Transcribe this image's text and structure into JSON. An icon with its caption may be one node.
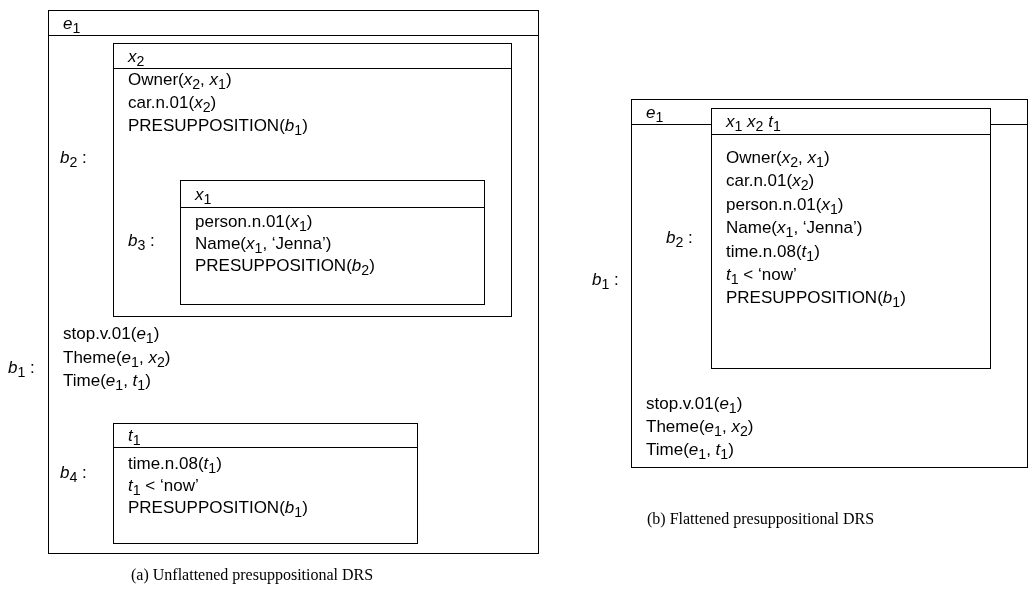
{
  "diagram": {
    "nodes": [
      {
        "text": [
          "*e*$_{1}$",
          "stop.v.01(*e*$_{1}$)",
          "Theme(*e*$_{1}$, *x*$_{2}$)",
          "Time(*e*$_{1}$, *t*$_{1}$)"
        ],
        "beside": [
          "*b*$_{1}$ :"
        ]
      },
      {
        "text": [
          "*x*$_{2}$",
          "Owner(*x*$_{2}$, *x*$_{1}$)",
          "car.n.01(*x*$_{2}$)",
          "PRESUPPOSITION(*b*$_{1}$)"
        ],
        "beside": [
          "*b*$_{2}$ :"
        ],
        "in": 0
      },
      {
        "text": [
          "*x*$_{1}$",
          "person.n.01(*x*$_{1}$)",
          "Name(*x*$_{1}$, ‘Jenna’)",
          "PRESUPPOSITION(*b*$_{2}$)"
        ],
        "beside": [
          "*b*$_{3}$ :"
        ],
        "in": 1
      },
      {
        "text": [
          "*t*$_{1}$",
          "time.n.08(*t*$_{1}$)",
          "*t*$_{1}$ < ‘now’",
          "PRESUPPOSITION(*b*$_{1}$)"
        ],
        "beside": [
          "*b*$_{4}$ :"
        ],
        "in": 0
      },
      {
        "text": [
          "*e*$_{1}$",
          "stop.v.01(*e*$_{1}$)",
          "Theme(*e*$_{1}$, *x*$_{2}$)",
          "Time(*e*$_{1}$, *t*$_{1}$)"
        ],
        "beside": [
          "*b*$_{1}$ :"
        ]
      },
      {
        "text": [
          "*x*$_{1}$ *x*$_{2}$ *t*$_{1}$",
          "Owner(*x*$_{2}$, *x*$_{1}$)",
          "car.n.01(*x*$_{2}$)",
          "person.n.01(*x*$_{1}$)",
          "Name(*x*$_{1}$, ‘Jenna’)",
          "time.n.08(*t*$_{1}$)",
          "*t*$_{1}$ < ‘now’",
          "PRESUPPOSITION(*b*$_{1}$)"
        ],
        "beside": [
          "*b*$_{2}$ :"
        ],
        "in": 4
      }
    ],
    "labels": [
      "(a) Unflattened presuppositional DRS",
      "(b) Flattened presuppositional DRS"
    ]
  }
}
